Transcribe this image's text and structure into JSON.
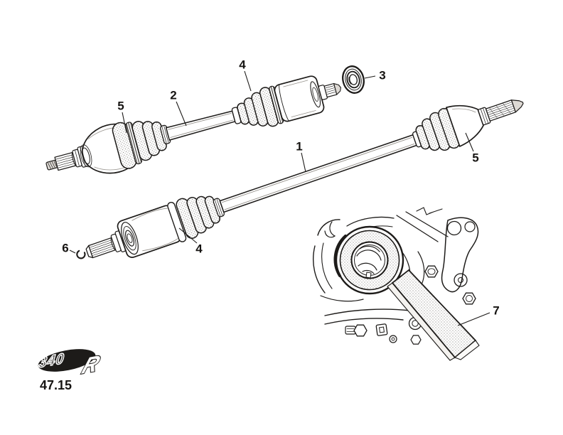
{
  "figure": {
    "number": "47.15"
  },
  "logo": {
    "model": "340",
    "suffix": "R"
  },
  "callouts": {
    "c1": "1",
    "c2": "2",
    "c3": "3",
    "c4": "4",
    "c5": "5",
    "c6": "6",
    "c7": "7"
  },
  "colors": {
    "ink": "#1d1b19",
    "paper": "#ffffff",
    "stipple": "#56524c",
    "shade": "#ddd9d4"
  }
}
